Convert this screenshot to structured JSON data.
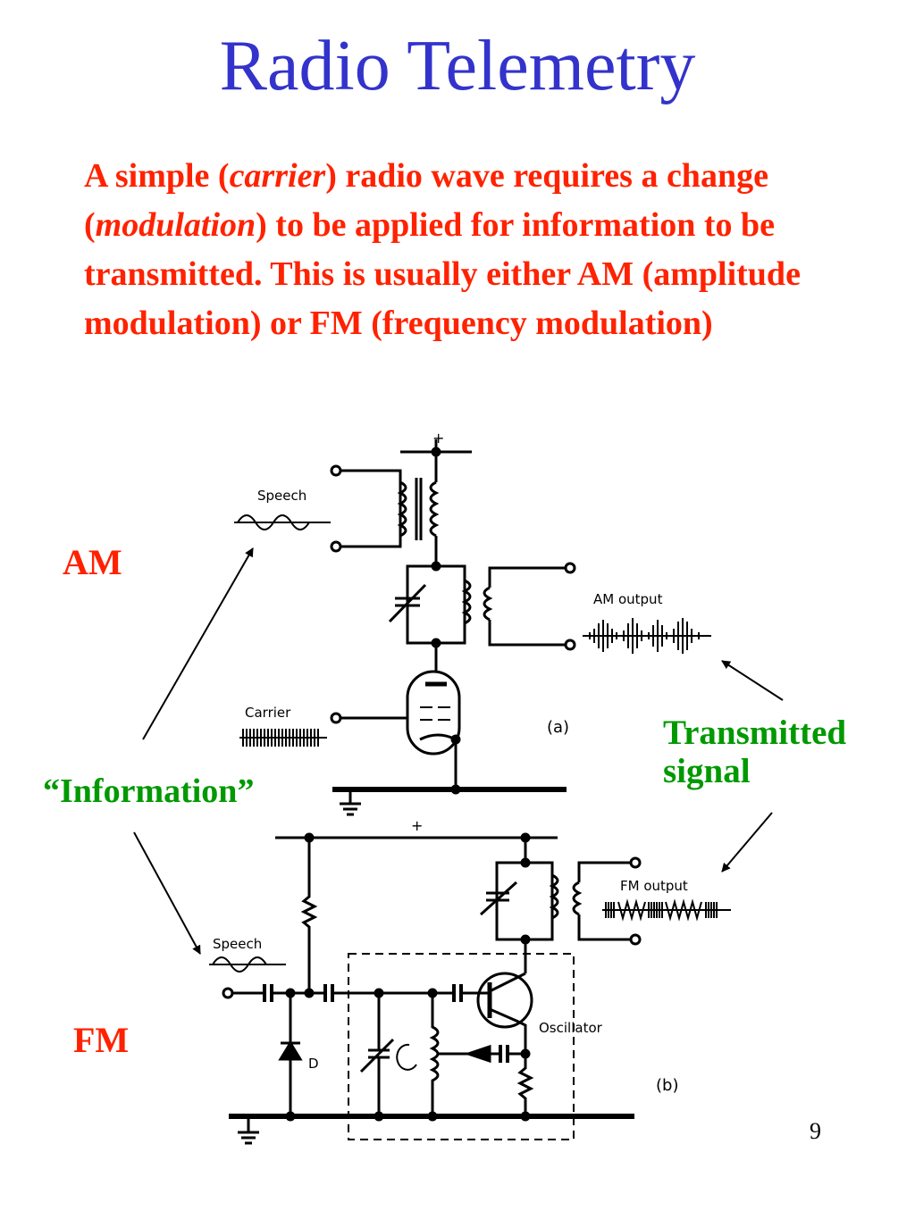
{
  "slide": {
    "title": "Radio Telemetry",
    "intro": {
      "t1": "A simple (",
      "carrier": "carrier",
      "t2": ") radio wave requires a change (",
      "modulation": "modulation",
      "t3": ") to be applied for information to be transmitted. This is usually either AM (amplitude modulation) or FM (frequency modulation)"
    },
    "labels": {
      "am": "AM",
      "fm": "FM",
      "information": "“Information”",
      "transmitted_line1": "Transmitted",
      "transmitted_line2": "signal"
    },
    "page_number": "9"
  },
  "diagram": {
    "speech_a": "Speech",
    "carrier": "Carrier",
    "am_output": "AM output",
    "fig_a": "(a)",
    "plus_a": "+",
    "speech_b": "Speech",
    "fm_output": "FM output",
    "oscillator": "Oscillator",
    "diode": "D",
    "fig_b": "(b)",
    "plus_b": "+"
  },
  "colors": {
    "title": "#3333cc",
    "body_text": "#ff2200",
    "transmitted_label": "#009900"
  }
}
